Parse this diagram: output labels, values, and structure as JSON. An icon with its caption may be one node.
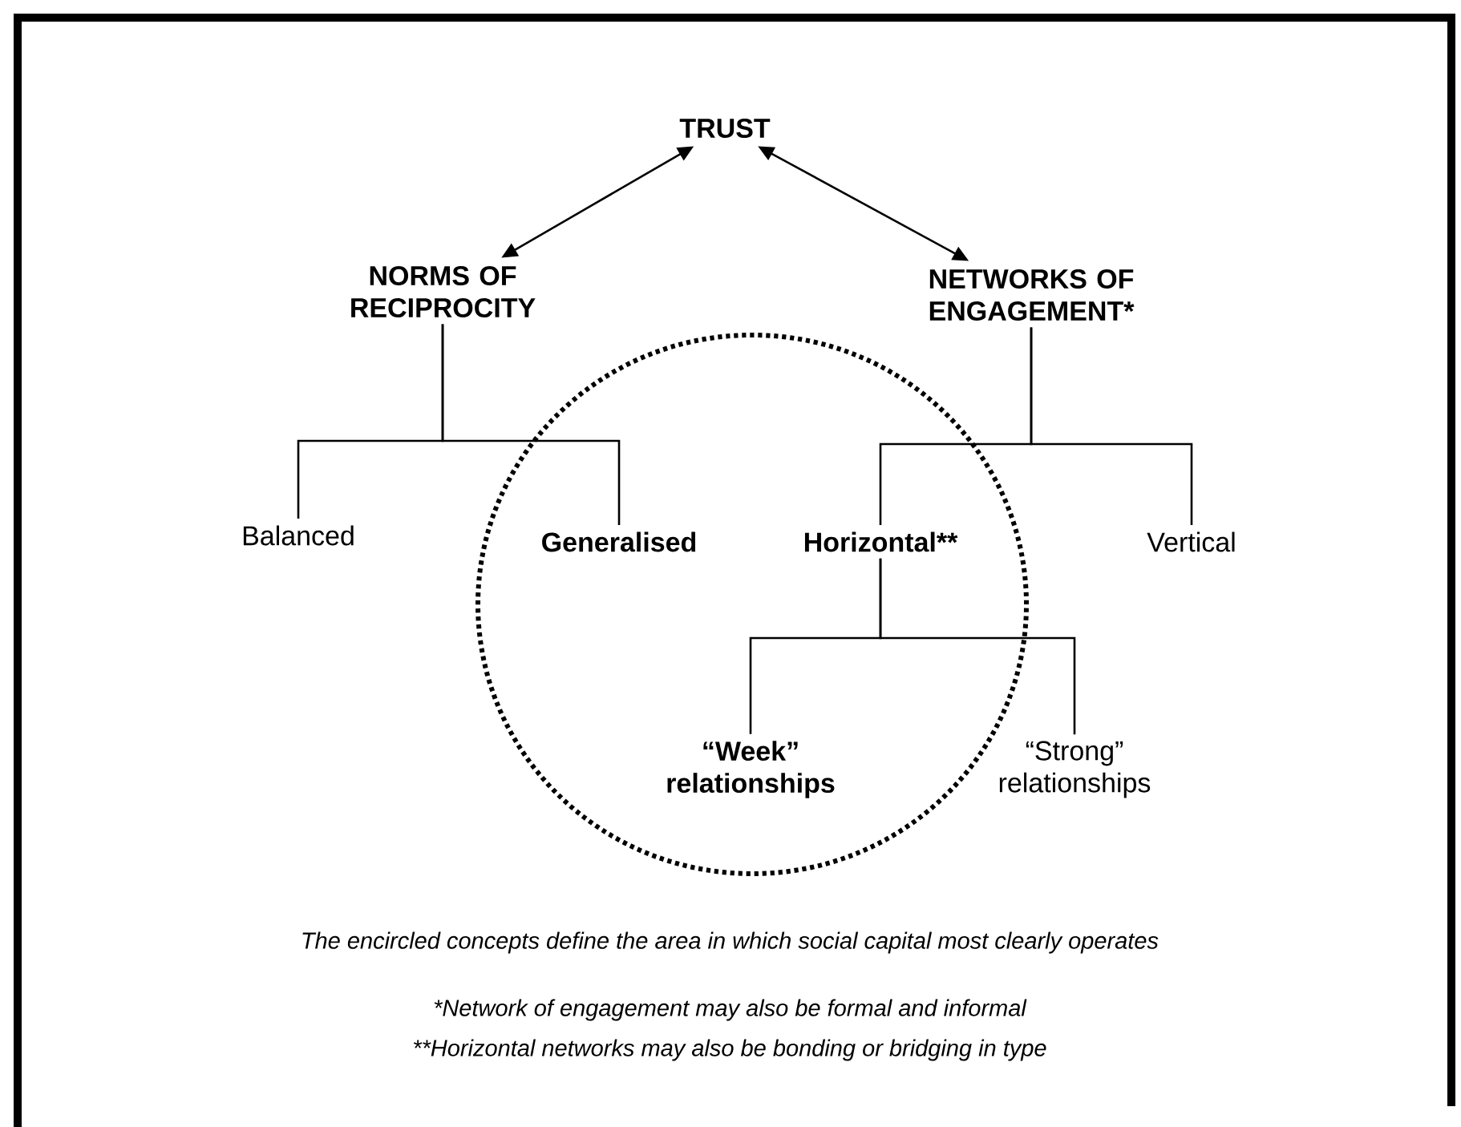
{
  "diagram": {
    "nodes": [
      {
        "text": [
          "TRUST"
        ]
      },
      {
        "text": [
          "NORMS OF RECIPROCITY"
        ]
      },
      {
        "text": [
          "NETWORKS OF ENGAGEMENT*"
        ]
      },
      {
        "text": [
          "Balanced"
        ]
      },
      {
        "text": [
          "Generalised"
        ]
      },
      {
        "text": [
          "Horizontal**"
        ]
      },
      {
        "text": [
          "Vertical"
        ]
      },
      {
        "text": [
          "“Week” relationships"
        ]
      },
      {
        "text": [
          "“Strong” relationships"
        ]
      }
    ],
    "edges": [
      {
        "from": 0,
        "to": 1,
        "arrow": "both"
      },
      {
        "from": 0,
        "to": 2,
        "arrow": "both"
      },
      {
        "from": 1,
        "to": 3,
        "arrow": "none"
      },
      {
        "from": 1,
        "to": 4,
        "arrow": "none"
      },
      {
        "from": 2,
        "to": 5,
        "arrow": "none"
      },
      {
        "from": 2,
        "to": 6,
        "arrow": "none"
      },
      {
        "from": 5,
        "to": 7,
        "arrow": "none"
      },
      {
        "from": 5,
        "to": 8,
        "arrow": "none"
      }
    ],
    "labels": [
      "The encircled concepts define the area in which social capital most clearly operates",
      "*Network of engagement may also be formal and informal",
      "**Horizontal networks may also be bonding or bridging in type"
    ]
  }
}
